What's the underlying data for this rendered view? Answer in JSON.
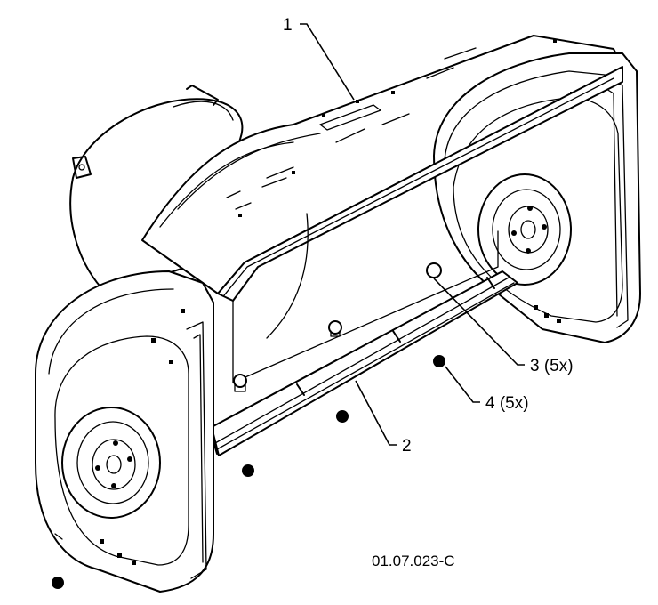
{
  "figure": {
    "id_label": "01.07.023-C"
  },
  "callouts": [
    {
      "id": "1",
      "text": "1"
    },
    {
      "id": "2",
      "text": "2"
    },
    {
      "id": "3",
      "text": "3 (5x)"
    },
    {
      "id": "4",
      "text": "4 (5x)"
    }
  ],
  "colors": {
    "ink": "#000000",
    "paper": "#ffffff"
  }
}
